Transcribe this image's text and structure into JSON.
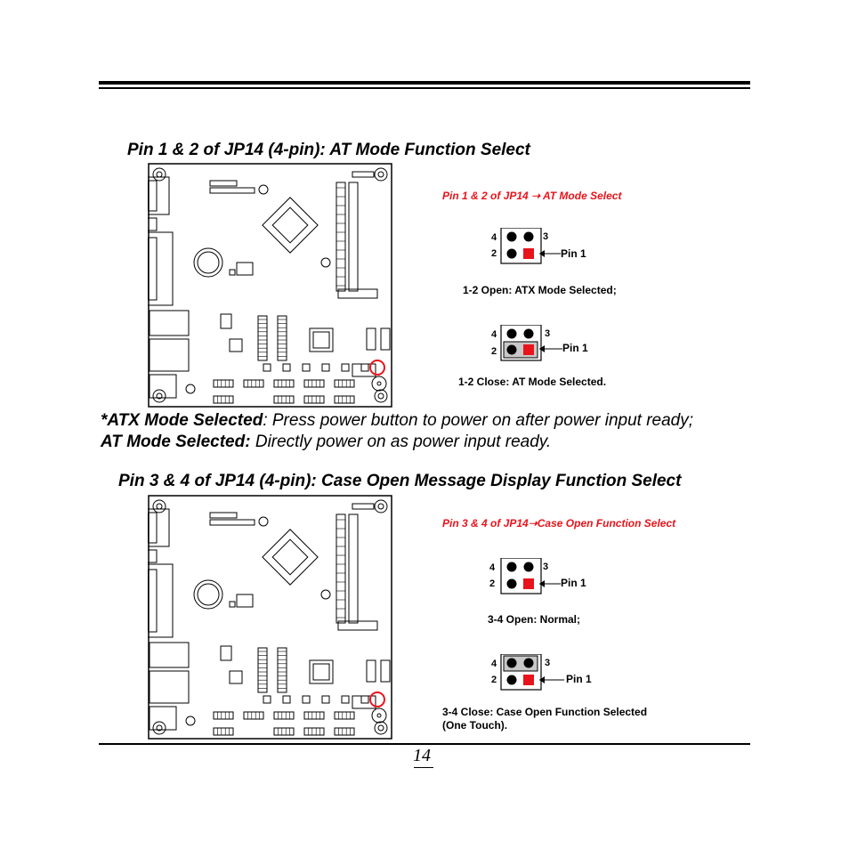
{
  "section1": {
    "heading": "Pin 1 & 2 of JP14 (4-pin): AT Mode Function Select",
    "red_caption_prefix": "Pin 1 & 2 of JP14",
    "red_caption_suffix": "AT Mode Select",
    "open_caption": "1-2 Open: ATX Mode Selected;",
    "close_caption": "1-2 Close: AT Mode Selected."
  },
  "note": {
    "atx_label": "*ATX Mode Selected",
    "atx_text": ": Press power button to power on after power input ready;",
    "at_label": "AT Mode Selected:",
    "at_text": " Directly power on as power input ready."
  },
  "section2": {
    "heading": "Pin 3 & 4 of JP14 (4-pin): Case Open Message Display Function Select",
    "red_caption_prefix": "Pin 3 & 4 of JP14",
    "red_caption_suffix": "Case Open Function Select",
    "open_caption": "3-4 Open: Normal;",
    "close_caption_line1": "3-4 Close: Case Open Function Selected",
    "close_caption_line2": "(One Touch)."
  },
  "jumper": {
    "pin_4": "4",
    "pin_3": "3",
    "pin_2": "2",
    "pin1_label": "Pin 1"
  },
  "colors": {
    "red": "#e8141c",
    "cap_fill": "#c8c8c8"
  },
  "page_number": "14"
}
